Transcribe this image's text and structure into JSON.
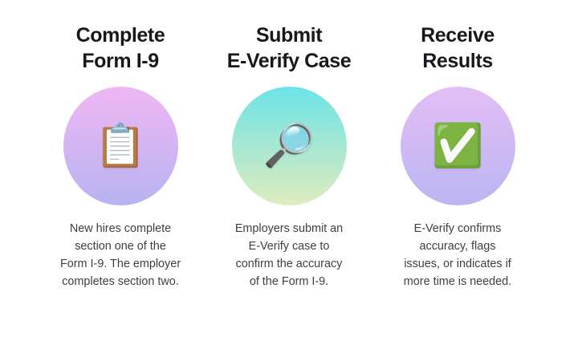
{
  "page": {
    "background": "#ffffff",
    "title_color": "#16181c",
    "caption_color": "#3c3f44"
  },
  "steps": [
    {
      "id": "complete-form-i9",
      "title": "Complete\nForm I-9",
      "icon_name": "clipboard-icon",
      "icon_glyph": "📋",
      "caption": "New hires complete\nsection one of the\nForm I-9. The employer\ncompletes section two.",
      "circle_gradient_top": "#EFB7F3",
      "circle_gradient_bottom": "#B7B3F1"
    },
    {
      "id": "submit-everify-case",
      "title": "Submit\nE-Verify Case",
      "icon_name": "magnifying-glass-icon",
      "icon_glyph": "🔎",
      "caption": "Employers submit an\nE-Verify case to\nconfirm the accuracy\nof the Form I-9.",
      "circle_gradient_top": "#6CE3E8",
      "circle_gradient_bottom": "#DFEDBD"
    },
    {
      "id": "receive-results",
      "title": "Receive\nResults",
      "icon_name": "green-check-mark-icon",
      "icon_glyph": "✅",
      "caption": "E-Verify confirms\naccuracy, flags\nissues, or indicates if\nmore time is needed.",
      "circle_gradient_top": "#E4BEF6",
      "circle_gradient_bottom": "#BBB5F2"
    }
  ]
}
